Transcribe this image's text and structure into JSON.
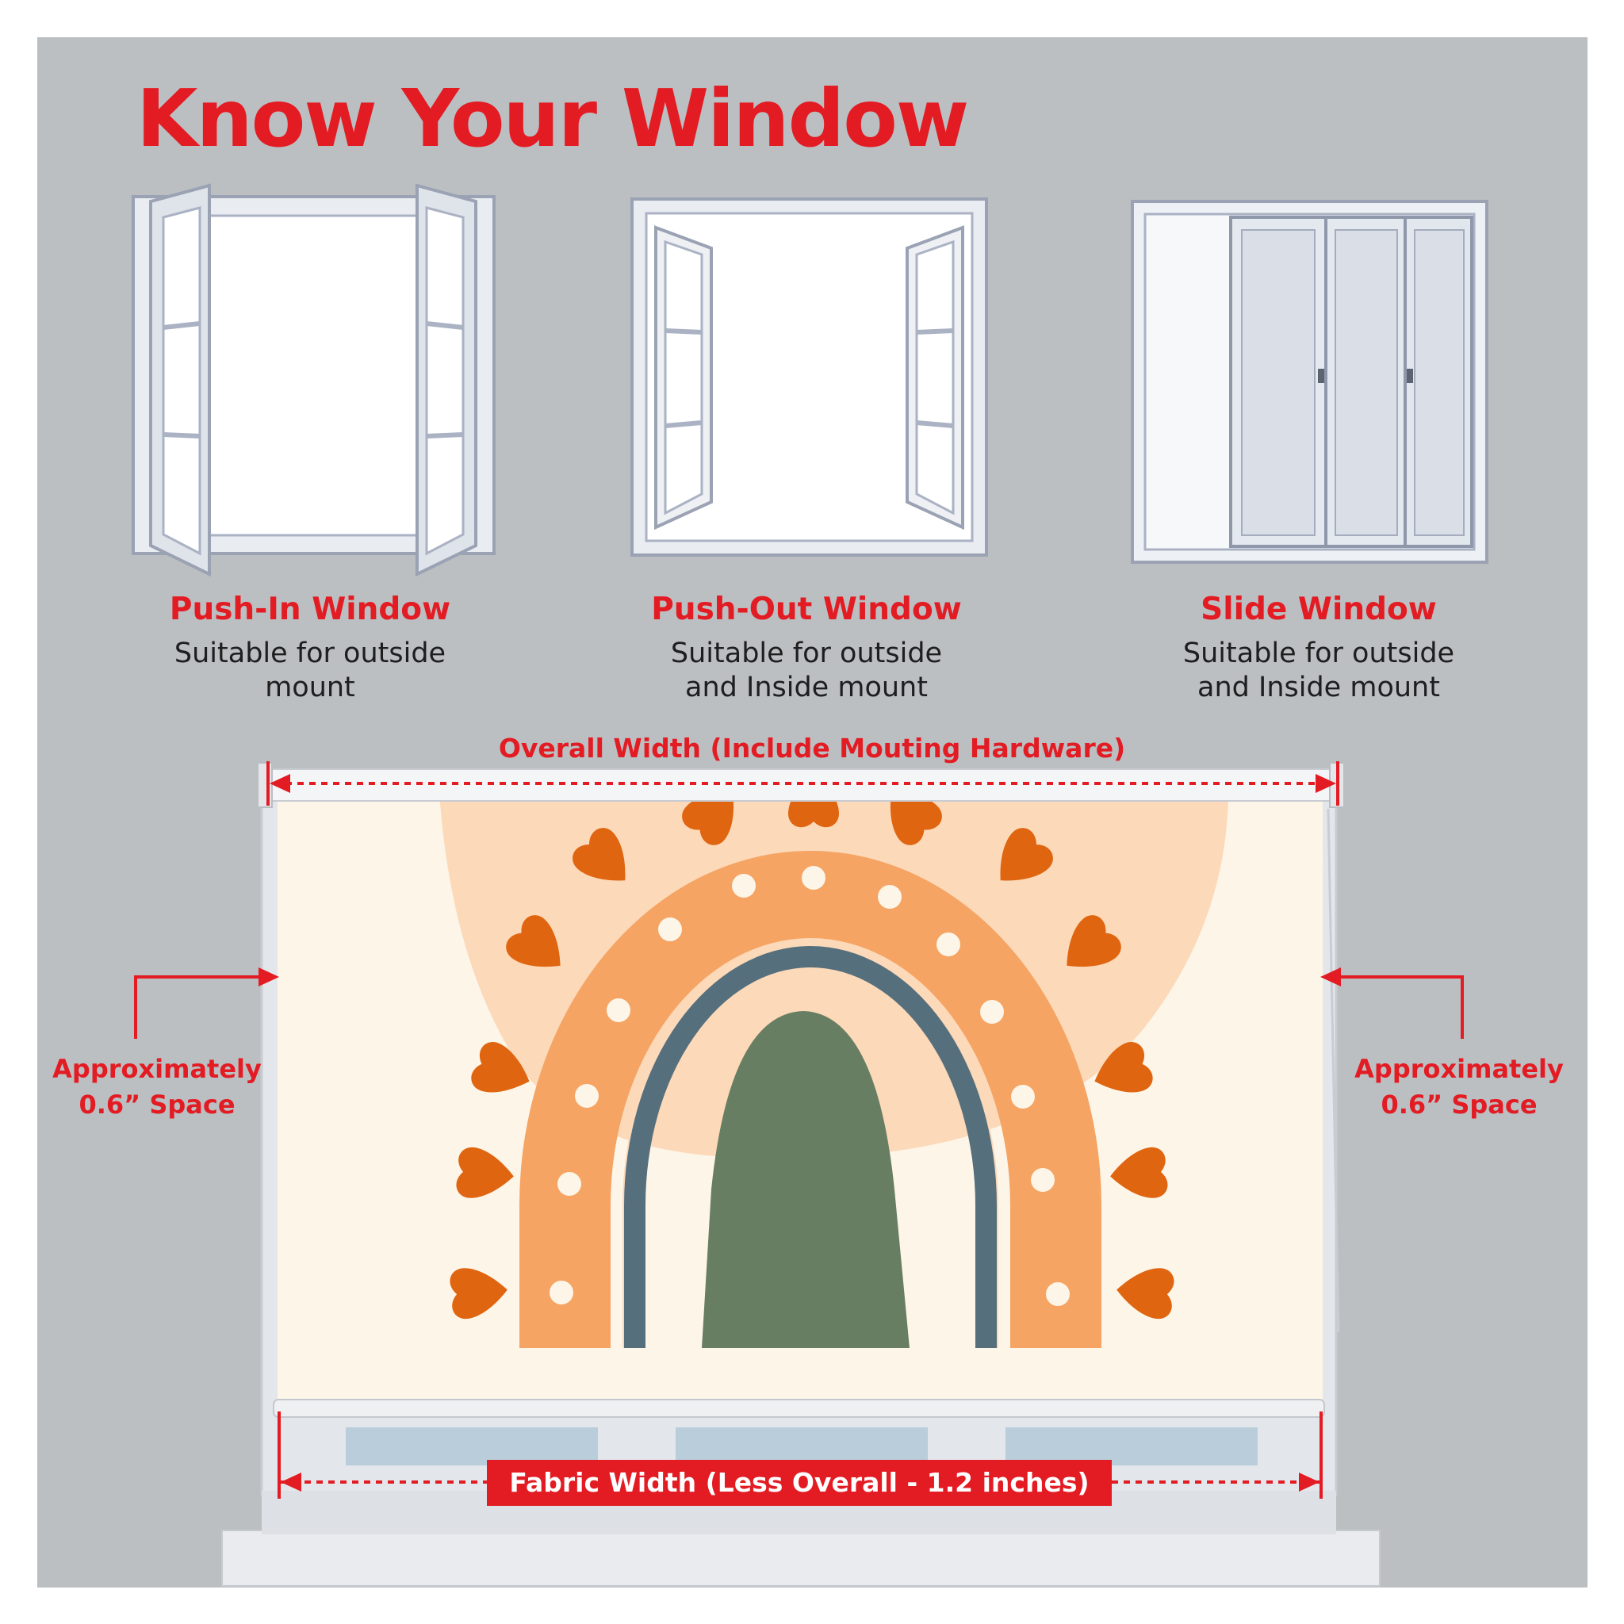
{
  "title": "Know Your Window",
  "windows": [
    {
      "name": "Push-In Window",
      "desc": [
        "Suitable for outside",
        "mount"
      ]
    },
    {
      "name": "Push-Out Window",
      "desc": [
        "Suitable for outside",
        "and Inside mount"
      ]
    },
    {
      "name": "Slide Window",
      "desc": [
        "Suitable for outside",
        "and Inside mount"
      ]
    }
  ],
  "measurements": {
    "overall_width": "Overall Width (Include Mouting Hardware)",
    "fabric_width": "Fabric Width (Less Overall - 1.2 inches)",
    "space_left": [
      "Approximately",
      "0.6” Space"
    ],
    "space_right": [
      "Approximately",
      "0.6” Space"
    ]
  },
  "colors": {
    "accent": "#e31b23",
    "background": "#bbbfc2",
    "fabric": "#fdf5e8",
    "orange": "#f5a463",
    "peach": "#fcd9b9",
    "dark_orange": "#df6510",
    "slate": "#566f7c",
    "green": "#687e62"
  }
}
